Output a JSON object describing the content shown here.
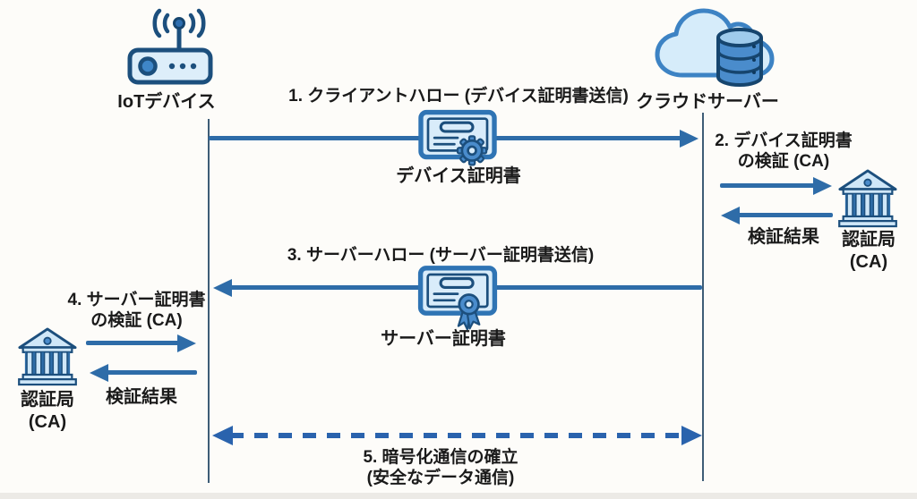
{
  "actors": {
    "iot": {
      "label": "IoTデバイス"
    },
    "cloud": {
      "label": "クラウドサーバー"
    },
    "ca_right": {
      "name": "認証局",
      "abbr": "(CA)"
    },
    "ca_left": {
      "name": "認証局",
      "abbr": "(CA)"
    }
  },
  "messages": {
    "m1": {
      "label": "1. クライアントハロー (デバイス証明書送信)",
      "attachment": "デバイス証明書"
    },
    "m2": {
      "label_line1": "2. デバイス証明書",
      "label_line2": "の検証 (CA)",
      "result": "検証結果"
    },
    "m3": {
      "label": "3. サーバーハロー (サーバー証明書送信)",
      "attachment": "サーバー証明書"
    },
    "m4": {
      "label_line1": "4. サーバー証明書",
      "label_line2": "の検証 (CA)",
      "result": "検証結果"
    },
    "m5": {
      "label_line1": "5. 暗号化通信の確立",
      "label_line2": "(安全なデータ通信)"
    }
  },
  "icons": {
    "iot_device": "iot-router-icon",
    "cloud_server": "cloud-database-icon",
    "device_certificate": "certificate-gear-icon",
    "server_certificate": "certificate-ribbon-icon",
    "certificate_authority": "bank-icon"
  },
  "colors": {
    "background": "#fdfcf9",
    "arrow_blue": "#2e6ca8",
    "dashed_blue": "#2a63ad",
    "lifeline": "#3e5d77",
    "icon_stroke": "#1c4f7d",
    "icon_fill_light": "#d9ecfa",
    "icon_fill_mid": "#4a8ccc",
    "text": "#1a1a1a"
  }
}
